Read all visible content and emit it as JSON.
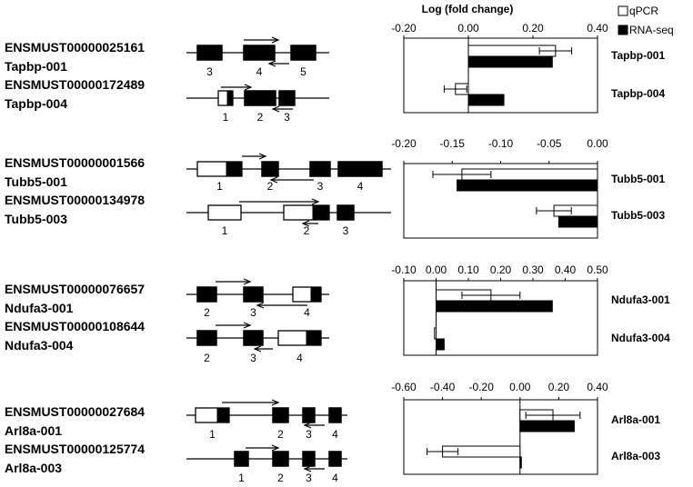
{
  "title": "Log (fold change)",
  "legend": [
    {
      "name": "qPCR",
      "fill": "#ffffff"
    },
    {
      "name": "RNA-seq",
      "fill": "#000000"
    }
  ],
  "genes": [
    {
      "transcripts": [
        {
          "id": "ENSMUST00000025161",
          "name": "Tapbp-001"
        },
        {
          "id": "ENSMUST00000172489",
          "name": "Tapbp-004"
        }
      ]
    },
    {
      "transcripts": [
        {
          "id": "ENSMUST00000001566",
          "name": "Tubb5-001"
        },
        {
          "id": "ENSMUST00000134978",
          "name": "Tubb5-003"
        }
      ]
    },
    {
      "transcripts": [
        {
          "id": "ENSMUST00000076657",
          "name": "Ndufa3-001"
        },
        {
          "id": "ENSMUST00000108644",
          "name": "Ndufa3-004"
        }
      ]
    },
    {
      "transcripts": [
        {
          "id": "ENSMUST00000027684",
          "name": "Arl8a-001"
        },
        {
          "id": "ENSMUST00000125774",
          "name": "Arl8a-003"
        }
      ]
    }
  ],
  "structures": [
    {
      "rows": [
        {
          "exons": [
            {
              "n": "3",
              "type": "filled"
            },
            {
              "n": "4",
              "type": "filled"
            },
            {
              "n": "5",
              "type": "filled"
            }
          ]
        },
        {
          "exons": [
            {
              "n": "1",
              "type": "partial"
            },
            {
              "n": "2",
              "type": "filled"
            },
            {
              "n": "3",
              "type": "filled"
            }
          ]
        }
      ]
    },
    {
      "rows": [
        {
          "exons": [
            {
              "n": "1",
              "type": "partial"
            },
            {
              "n": "2",
              "type": "filled"
            },
            {
              "n": "3",
              "type": "filled"
            },
            {
              "n": "4",
              "type": "filled"
            }
          ]
        },
        {
          "exons": [
            {
              "n": "1",
              "type": "open"
            },
            {
              "n": "2",
              "type": "partial"
            },
            {
              "n": "3",
              "type": "filled"
            }
          ]
        }
      ]
    },
    {
      "rows": [
        {
          "exons": [
            {
              "n": "2",
              "type": "filled"
            },
            {
              "n": "3",
              "type": "filled"
            },
            {
              "n": "4",
              "type": "partial"
            }
          ]
        },
        {
          "exons": [
            {
              "n": "2",
              "type": "filled"
            },
            {
              "n": "3",
              "type": "filled"
            },
            {
              "n": "4",
              "type": "partial"
            }
          ]
        }
      ]
    },
    {
      "rows": [
        {
          "exons": [
            {
              "n": "1",
              "type": "partial"
            },
            {
              "n": "2",
              "type": "filled"
            },
            {
              "n": "3",
              "type": "filled"
            },
            {
              "n": "4",
              "type": "filled"
            }
          ]
        },
        {
          "exons": [
            {
              "n": "1",
              "type": "filled"
            },
            {
              "n": "2",
              "type": "filled"
            },
            {
              "n": "3",
              "type": "filled"
            },
            {
              "n": "4",
              "type": "filled"
            }
          ]
        }
      ]
    }
  ],
  "chart_data": [
    {
      "type": "bar",
      "orientation": "horizontal",
      "xlim": [
        -0.2,
        0.4
      ],
      "ticks": [
        "-0.20",
        "0.00",
        "0.20",
        "0.40"
      ],
      "tick_values": [
        -0.2,
        0.0,
        0.2,
        0.4
      ],
      "categories": [
        "Tapbp-001",
        "Tapbp-004"
      ],
      "series": [
        {
          "name": "qPCR",
          "values": [
            0.27,
            -0.04
          ],
          "errors": [
            0.05,
            0.035
          ]
        },
        {
          "name": "RNA-seq",
          "values": [
            0.26,
            0.11
          ]
        }
      ]
    },
    {
      "type": "bar",
      "orientation": "horizontal",
      "xlim": [
        -0.2,
        0.0
      ],
      "ticks": [
        "-0.20",
        "-0.15",
        "-0.10",
        "-0.05",
        "0.00"
      ],
      "tick_values": [
        -0.2,
        -0.15,
        -0.1,
        -0.05,
        0.0
      ],
      "categories": [
        "Tubb5-001",
        "Tubb5-003"
      ],
      "series": [
        {
          "name": "qPCR",
          "values": [
            -0.14,
            -0.045
          ],
          "errors": [
            0.03,
            0.018
          ]
        },
        {
          "name": "RNA-seq",
          "values": [
            -0.145,
            -0.04
          ]
        }
      ]
    },
    {
      "type": "bar",
      "orientation": "horizontal",
      "xlim": [
        -0.1,
        0.5
      ],
      "ticks": [
        "-0.10",
        "0.00",
        "0.10",
        "0.20",
        "0.30",
        "0.40",
        "0.50"
      ],
      "tick_values": [
        -0.1,
        0.0,
        0.1,
        0.2,
        0.3,
        0.4,
        0.5
      ],
      "categories": [
        "Ndufa3-001",
        "Ndufa3-004"
      ],
      "series": [
        {
          "name": "qPCR",
          "values": [
            0.17,
            -0.005
          ],
          "errors": [
            0.09,
            0.0
          ]
        },
        {
          "name": "RNA-seq",
          "values": [
            0.36,
            0.025
          ]
        }
      ]
    },
    {
      "type": "bar",
      "orientation": "horizontal",
      "xlim": [
        -0.6,
        0.4
      ],
      "ticks": [
        "-0.60",
        "-0.40",
        "-0.20",
        "0.00",
        "0.20",
        "0.40"
      ],
      "tick_values": [
        -0.6,
        -0.4,
        -0.2,
        0.0,
        0.2,
        0.4
      ],
      "categories": [
        "Arl8a-001",
        "Arl8a-003"
      ],
      "series": [
        {
          "name": "qPCR",
          "values": [
            0.17,
            -0.4
          ],
          "errors": [
            0.14,
            0.08
          ]
        },
        {
          "name": "RNA-seq",
          "values": [
            0.28,
            0.0
          ]
        }
      ]
    }
  ]
}
